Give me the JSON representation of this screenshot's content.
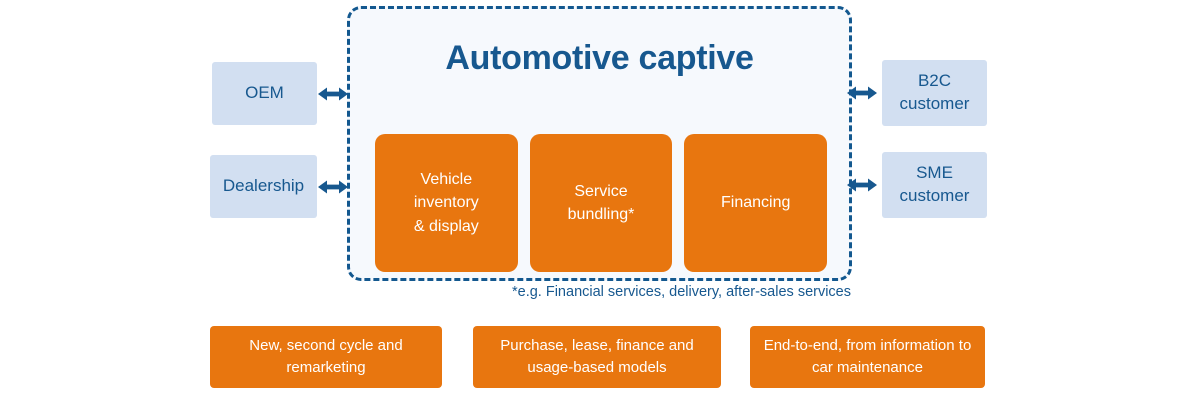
{
  "diagram": {
    "title": "Automotive captive",
    "footnote": "*e.g. Financial services, delivery, after-sales services",
    "colors": {
      "orange": "#e8760f",
      "dark_blue": "#17588f",
      "light_blue": "#d2dff1",
      "panel_fill": "#f6f9fd",
      "dashed_border": "#13588f",
      "white": "#ffffff"
    },
    "pillars": [
      {
        "label": "Vehicle\ninventory\n& display"
      },
      {
        "label": "Service\nbundling*"
      },
      {
        "label": "Financing"
      }
    ],
    "left_actors": [
      {
        "label": "OEM"
      },
      {
        "label": "Dealership"
      }
    ],
    "right_actors": [
      {
        "label": "B2C\ncustomer"
      },
      {
        "label": "SME\ncustomer"
      }
    ],
    "connectors": [
      {
        "name": "oem-arrow",
        "icon": "double-arrow-icon"
      },
      {
        "name": "dealership-arrow",
        "icon": "double-arrow-icon"
      },
      {
        "name": "b2c-arrow",
        "icon": "double-arrow-icon"
      },
      {
        "name": "sme-arrow",
        "icon": "double-arrow-icon"
      }
    ],
    "bottom_callouts": [
      {
        "label": "New, second cycle and remarketing"
      },
      {
        "label": "Purchase, lease, finance and usage-based models"
      },
      {
        "label": "End-to-end, from information to car maintenance"
      }
    ]
  }
}
